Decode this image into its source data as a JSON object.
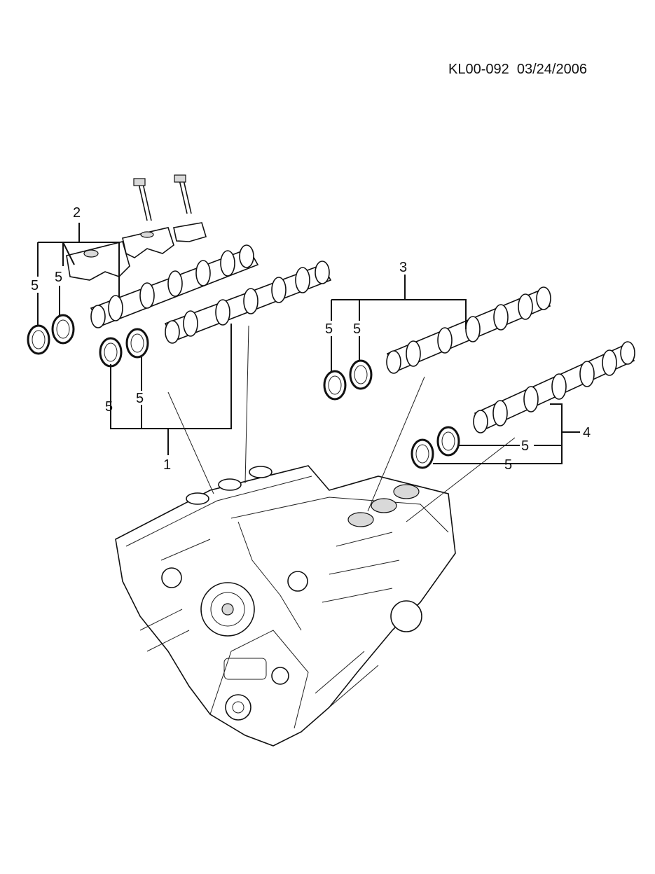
{
  "header": {
    "code": "KL00-092",
    "date": "03/24/2006"
  },
  "callouts": {
    "c1": "1",
    "c2": "2",
    "c3": "3",
    "c4": "4",
    "c5a": "5",
    "c5b": "5",
    "c5c": "5",
    "c5d": "5",
    "c5e": "5",
    "c5f": "5",
    "c5g": "5",
    "c5h": "5"
  }
}
